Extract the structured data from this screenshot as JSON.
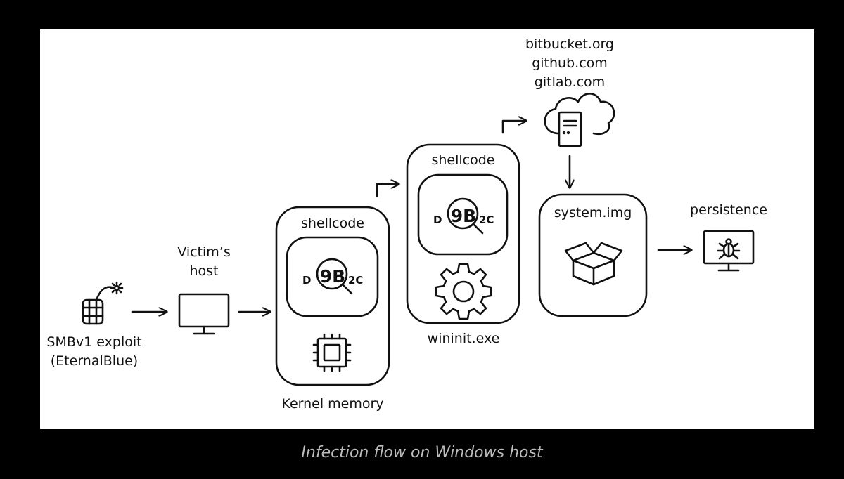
{
  "diagram": {
    "exploit_label_line1": "SMBv1 exploit",
    "exploit_label_line2": "(EternalBlue)",
    "victim_label_line1": "Victim’s",
    "victim_label_line2": "host",
    "kernel_box_title": "shellcode",
    "kernel_caption": "Kernel memory",
    "wininit_box_title": "shellcode",
    "wininit_caption": "wininit.exe",
    "payload_glyph_small_left": "D",
    "payload_glyph_big": "9B",
    "payload_glyph_small_right": "2C",
    "repo_hosts": [
      "bitbucket.org",
      "github.com",
      "gitlab.com"
    ],
    "system_img_title": "system.img",
    "persistence_label": "persistence",
    "icons": {
      "exploit": "bomb-icon",
      "victim": "monitor-icon",
      "payload": "magnifier-icon",
      "kernel": "cpu-chip-icon",
      "wininit": "gear-icon",
      "cloud": "cloud-server-icon",
      "system_img": "open-box-icon",
      "persistence": "bug-monitor-icon"
    }
  },
  "caption": "Infection flow on Windows host"
}
